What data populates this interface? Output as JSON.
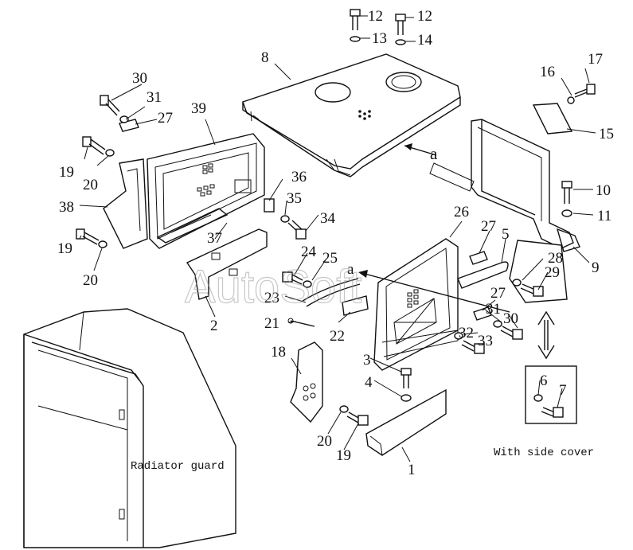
{
  "diagram": {
    "part_numbers": [
      "1",
      "2",
      "3",
      "4",
      "5",
      "6",
      "7",
      "8",
      "9",
      "10",
      "11",
      "12",
      "12",
      "13",
      "14",
      "15",
      "16",
      "17",
      "18",
      "19",
      "19",
      "19",
      "20",
      "20",
      "20",
      "21",
      "22",
      "23",
      "24",
      "25",
      "26",
      "27",
      "27",
      "27",
      "28",
      "29",
      "30",
      "30",
      "31",
      "31",
      "32",
      "33",
      "34",
      "35",
      "36",
      "37",
      "38",
      "39"
    ],
    "view_marker": "a",
    "view_marker_2": "a",
    "labels": {
      "radiator_guard": "Radiator guard",
      "with_side_cover": "With side cover"
    },
    "watermark": "AutoSoft"
  }
}
